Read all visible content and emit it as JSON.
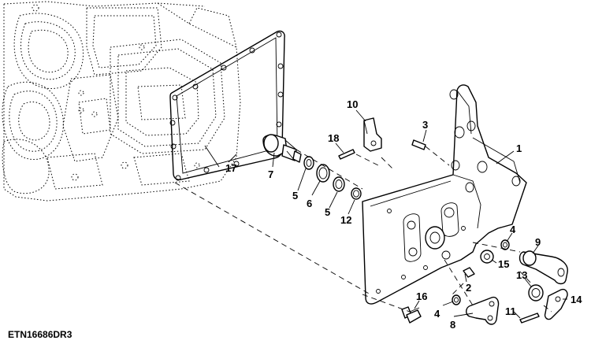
{
  "figure": {
    "reference": "ETN16686DR3",
    "callouts": [
      {
        "id": "c1",
        "text": "1"
      },
      {
        "id": "c2",
        "text": "2"
      },
      {
        "id": "c3",
        "text": "3"
      },
      {
        "id": "c4a",
        "text": "4"
      },
      {
        "id": "c4b",
        "text": "4"
      },
      {
        "id": "c5a",
        "text": "5"
      },
      {
        "id": "c5b",
        "text": "5"
      },
      {
        "id": "c6",
        "text": "6"
      },
      {
        "id": "c7",
        "text": "7"
      },
      {
        "id": "c8",
        "text": "8"
      },
      {
        "id": "c9",
        "text": "9"
      },
      {
        "id": "c10",
        "text": "10"
      },
      {
        "id": "c11",
        "text": "11"
      },
      {
        "id": "c12",
        "text": "12"
      },
      {
        "id": "c13",
        "text": "13"
      },
      {
        "id": "c14",
        "text": "14"
      },
      {
        "id": "c15",
        "text": "15"
      },
      {
        "id": "c16",
        "text": "16"
      },
      {
        "id": "c17",
        "text": "17"
      },
      {
        "id": "c18",
        "text": "18"
      }
    ]
  }
}
